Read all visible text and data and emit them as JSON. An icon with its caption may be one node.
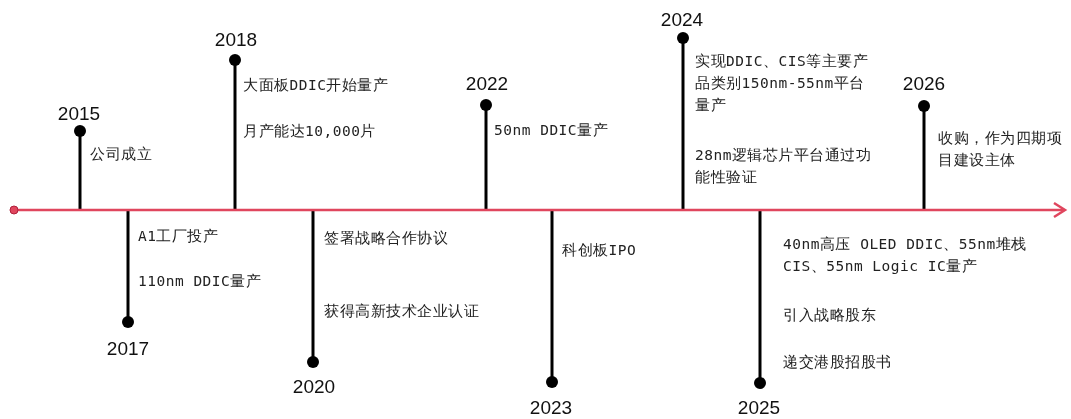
{
  "diagram": {
    "labels": [
      "2015",
      "公司成立",
      "2017",
      "A1工厂投产",
      "110nm DDIC量产",
      "2018",
      "大面板DDIC开始量产",
      "月产能达10,000片",
      "2020",
      "签署战略合作协议",
      "获得高新技术企业认证",
      "2022",
      "50nm DDIC量产",
      "2023",
      "科创板IPO",
      "2024",
      "实现DDIC、CIS等主要产品类别150nm-55nm平台量产",
      "28nm逻辑芯片平台通过功能性验证",
      "2025",
      "40nm高压 OLED DDIC、55nm堆栈CIS、55nm Logic IC量产",
      "引入战略股东",
      "递交港股招股书",
      "2026",
      "收购，作为四期项目建设主体"
    ]
  }
}
